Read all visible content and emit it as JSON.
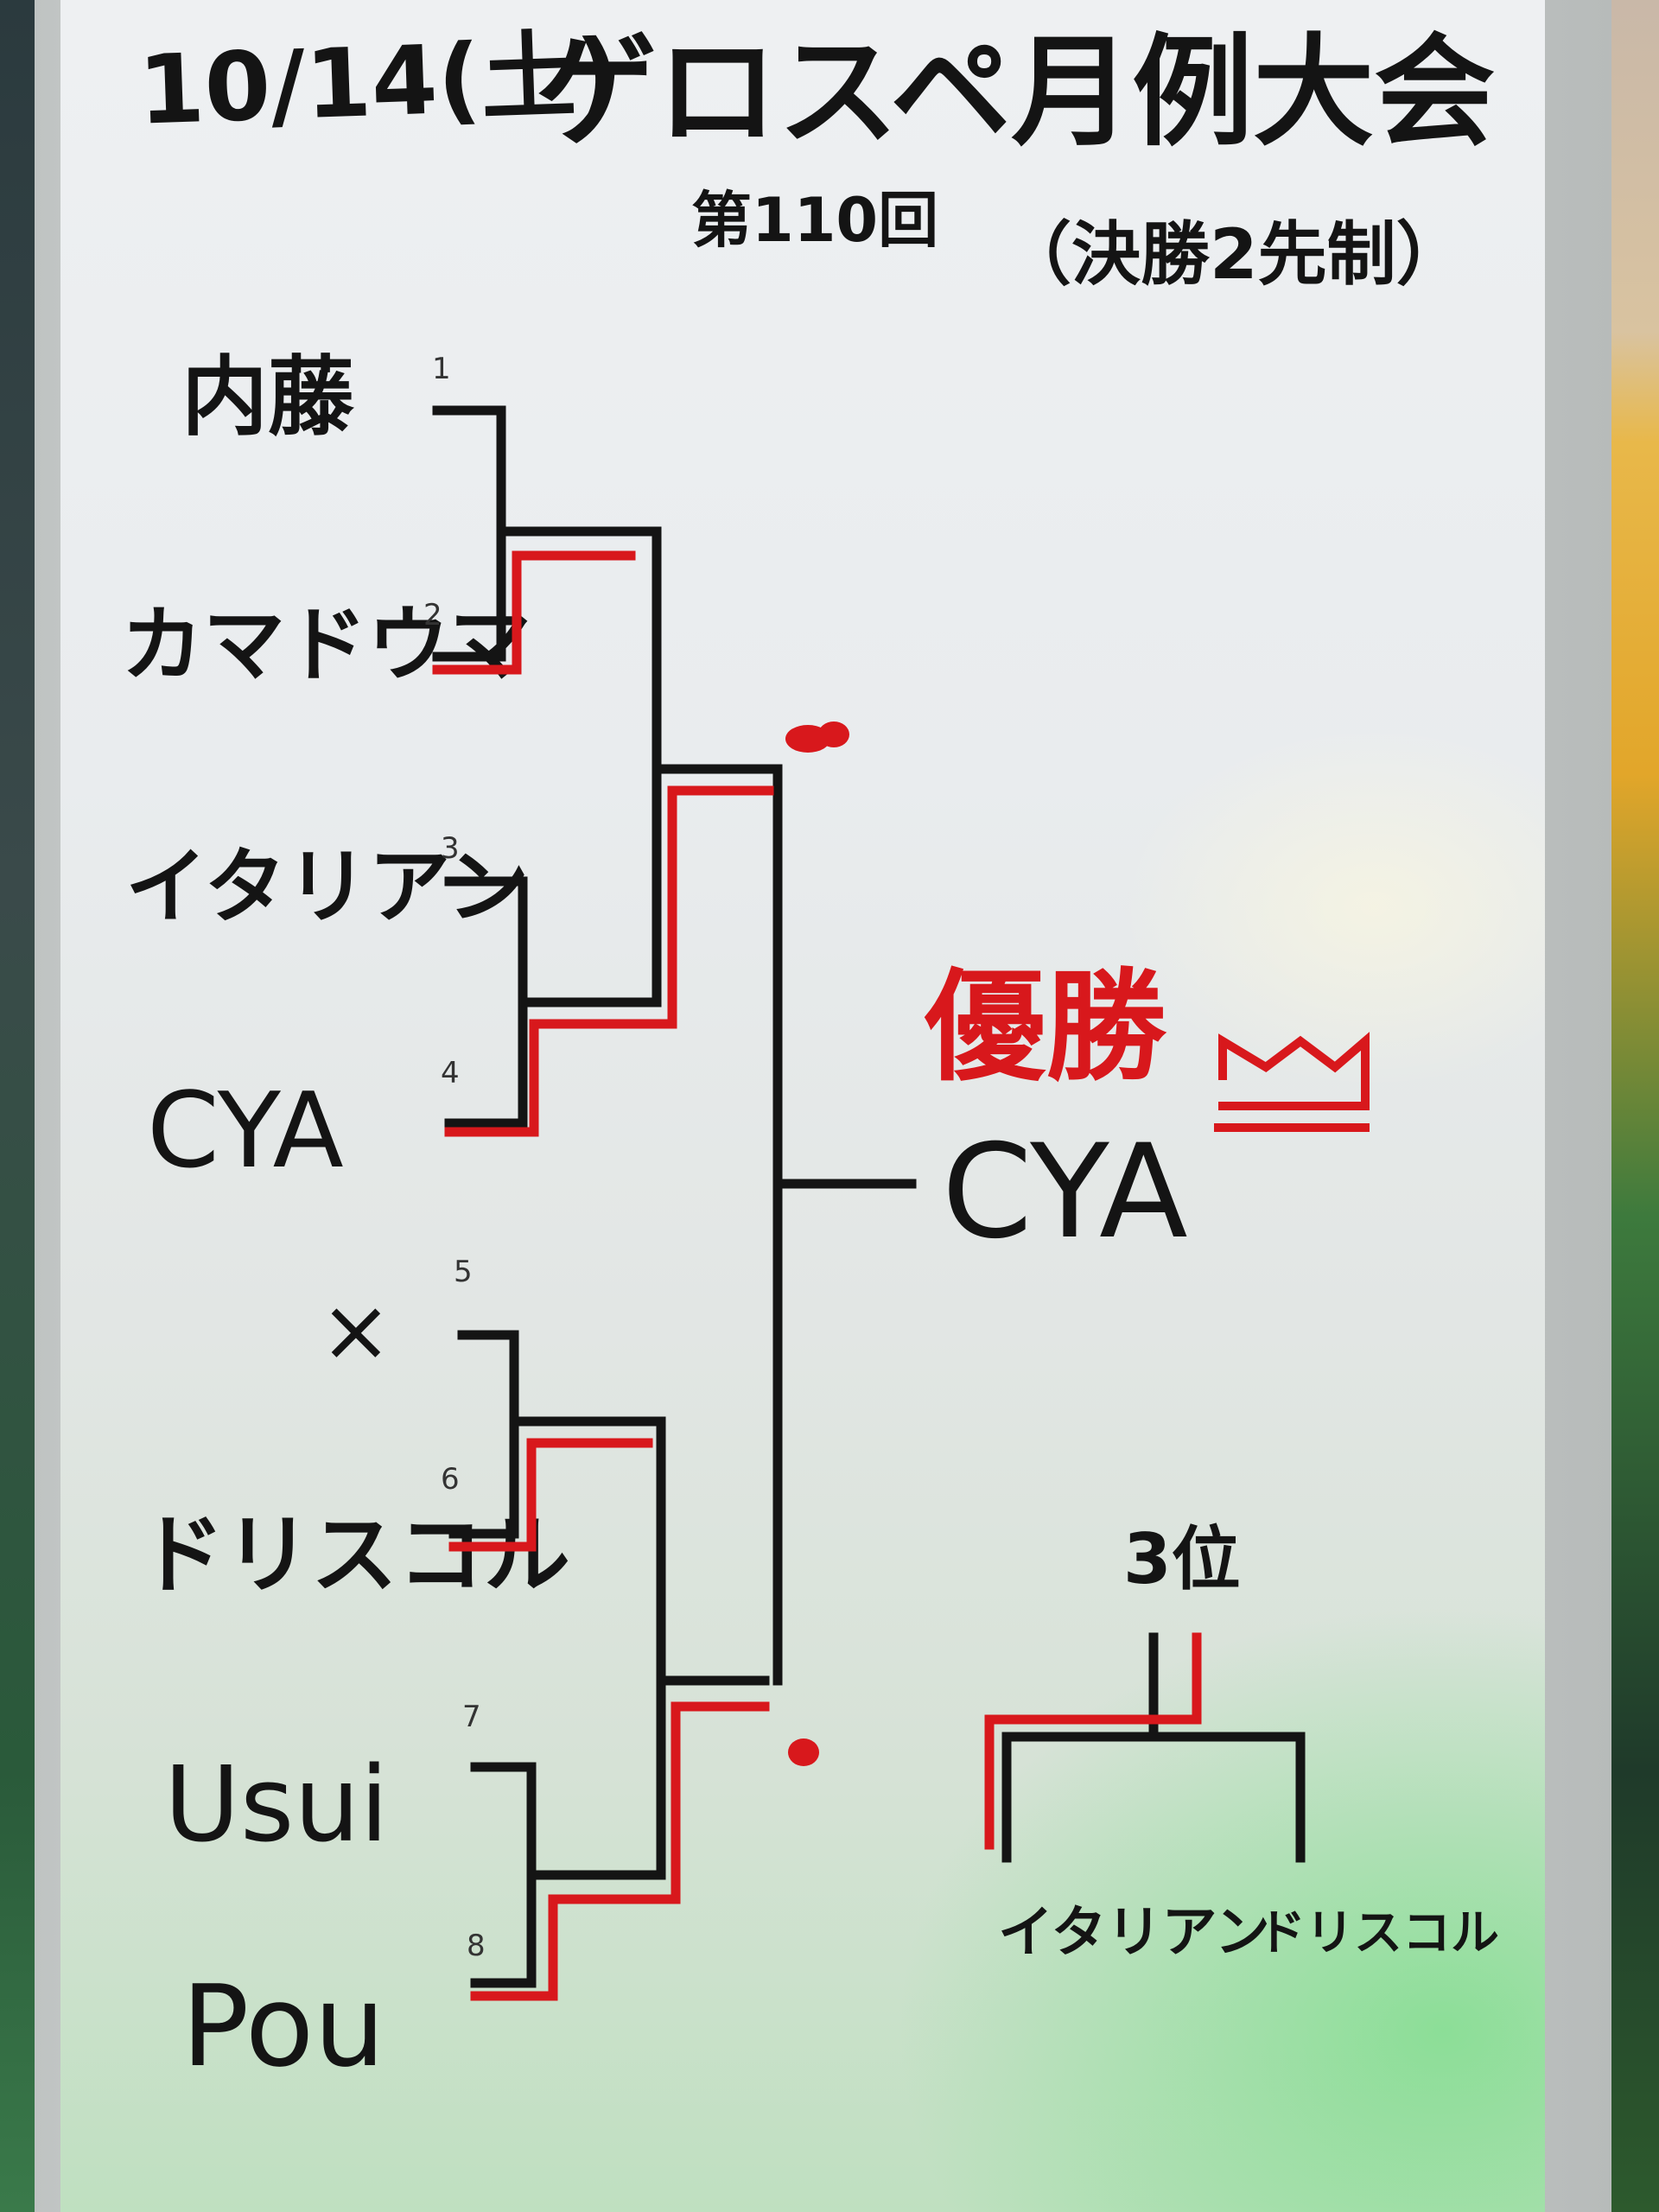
{
  "board": {
    "date": "10/14(土)",
    "title": "ゲロスペ月例大会",
    "edition": "第110回",
    "rule": "（決勝2先制）"
  },
  "players": [
    {
      "seed": "1",
      "name": "内藤"
    },
    {
      "seed": "2",
      "name": "カマドウマ"
    },
    {
      "seed": "3",
      "name": "イタリアン"
    },
    {
      "seed": "4",
      "name": "CYA"
    },
    {
      "seed": "5",
      "name": "×"
    },
    {
      "seed": "6",
      "name": "ドリスコル"
    },
    {
      "seed": "7",
      "name": "Usui"
    },
    {
      "seed": "8",
      "name": "Pou"
    }
  ],
  "champion": {
    "label": "優勝",
    "icon": "crown-icon",
    "name": "CYA"
  },
  "third_place": {
    "label": "3位",
    "left": "イタリアン",
    "right": "ドリスコル"
  },
  "ink_colors": {
    "black": "#141414",
    "red": "#d8181c"
  }
}
